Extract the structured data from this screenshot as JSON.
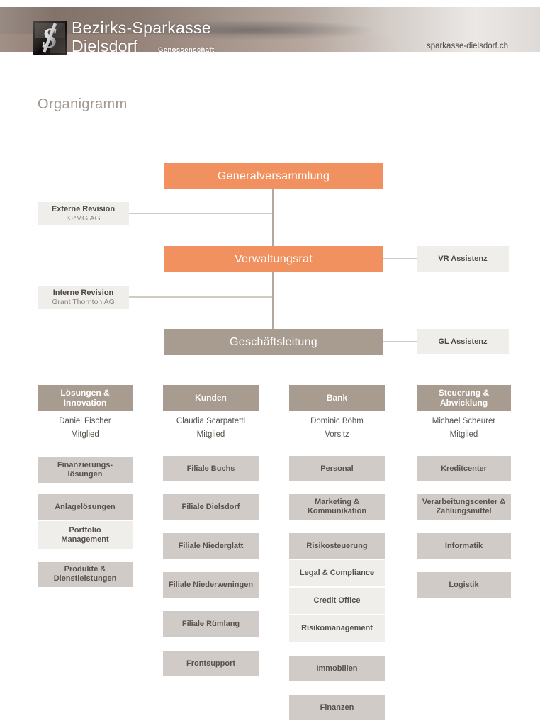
{
  "header": {
    "brand_line1": "Bezirks-Sparkasse",
    "brand_line2": "Dielsdorf",
    "brand_sub": "Genossenschaft",
    "website": "sparkasse-dielsdorf.ch",
    "logo_monogram": "S"
  },
  "page": {
    "title": "Organigramm"
  },
  "colors": {
    "accent_orange": "#F0915F",
    "taupe": "#A89B8F",
    "item_gray": "#D0CBC6",
    "item_light": "#F0EEEB",
    "connector": "#B3A89E"
  },
  "org": {
    "generalversammlung": "Generalversammlung",
    "verwaltungsrat": "Verwaltungsrat",
    "geschaeftsleitung": "Geschäftsleitung",
    "vr_assistenz": "VR Assistenz",
    "gl_assistenz": "GL Assistenz",
    "externe_revision": {
      "title": "Externe Revision",
      "subtitle": "KPMG AG"
    },
    "interne_revision": {
      "title": "Interne Revision",
      "subtitle": "Grant Thornton AG"
    }
  },
  "columns": [
    {
      "title": "Lösungen &\nInnovation",
      "person": "Daniel Fischer",
      "role": "Mitglied",
      "items": [
        {
          "label": "Finanzierungs-\nlösungen"
        },
        {
          "label": "Anlagelösungen"
        },
        {
          "label": "Portfolio\nManagement",
          "variant": "light"
        },
        {
          "label": "Produkte &\nDienstleistungen"
        }
      ]
    },
    {
      "title": "Kunden",
      "person": "Claudia Scarpatetti",
      "role": "Mitglied",
      "items": [
        {
          "label": "Filiale Buchs"
        },
        {
          "label": "Filiale Dielsdorf"
        },
        {
          "label": "Filiale Niederglatt"
        },
        {
          "label": "Filiale Niederweningen"
        },
        {
          "label": "Filiale Rümlang"
        },
        {
          "label": "Frontsupport"
        }
      ]
    },
    {
      "title": "Bank",
      "person": "Dominic Böhm",
      "role": "Vorsitz",
      "items": [
        {
          "label": "Personal"
        },
        {
          "label": "Marketing &\nKommunikation"
        },
        {
          "label": "Risikosteuerung"
        },
        {
          "label": "Legal & Compliance",
          "variant": "light"
        },
        {
          "label": "Credit Office",
          "variant": "light"
        },
        {
          "label": "Risikomanagement",
          "variant": "light"
        },
        {
          "label": "Immobilien"
        },
        {
          "label": "Finanzen"
        }
      ]
    },
    {
      "title": "Steuerung &\nAbwicklung",
      "person": "Michael Scheurer",
      "role": "Mitglied",
      "items": [
        {
          "label": "Kreditcenter"
        },
        {
          "label": "Verarbeitungscenter &\nZahlungsmittel"
        },
        {
          "label": "Informatik"
        },
        {
          "label": "Logistik"
        }
      ]
    }
  ]
}
